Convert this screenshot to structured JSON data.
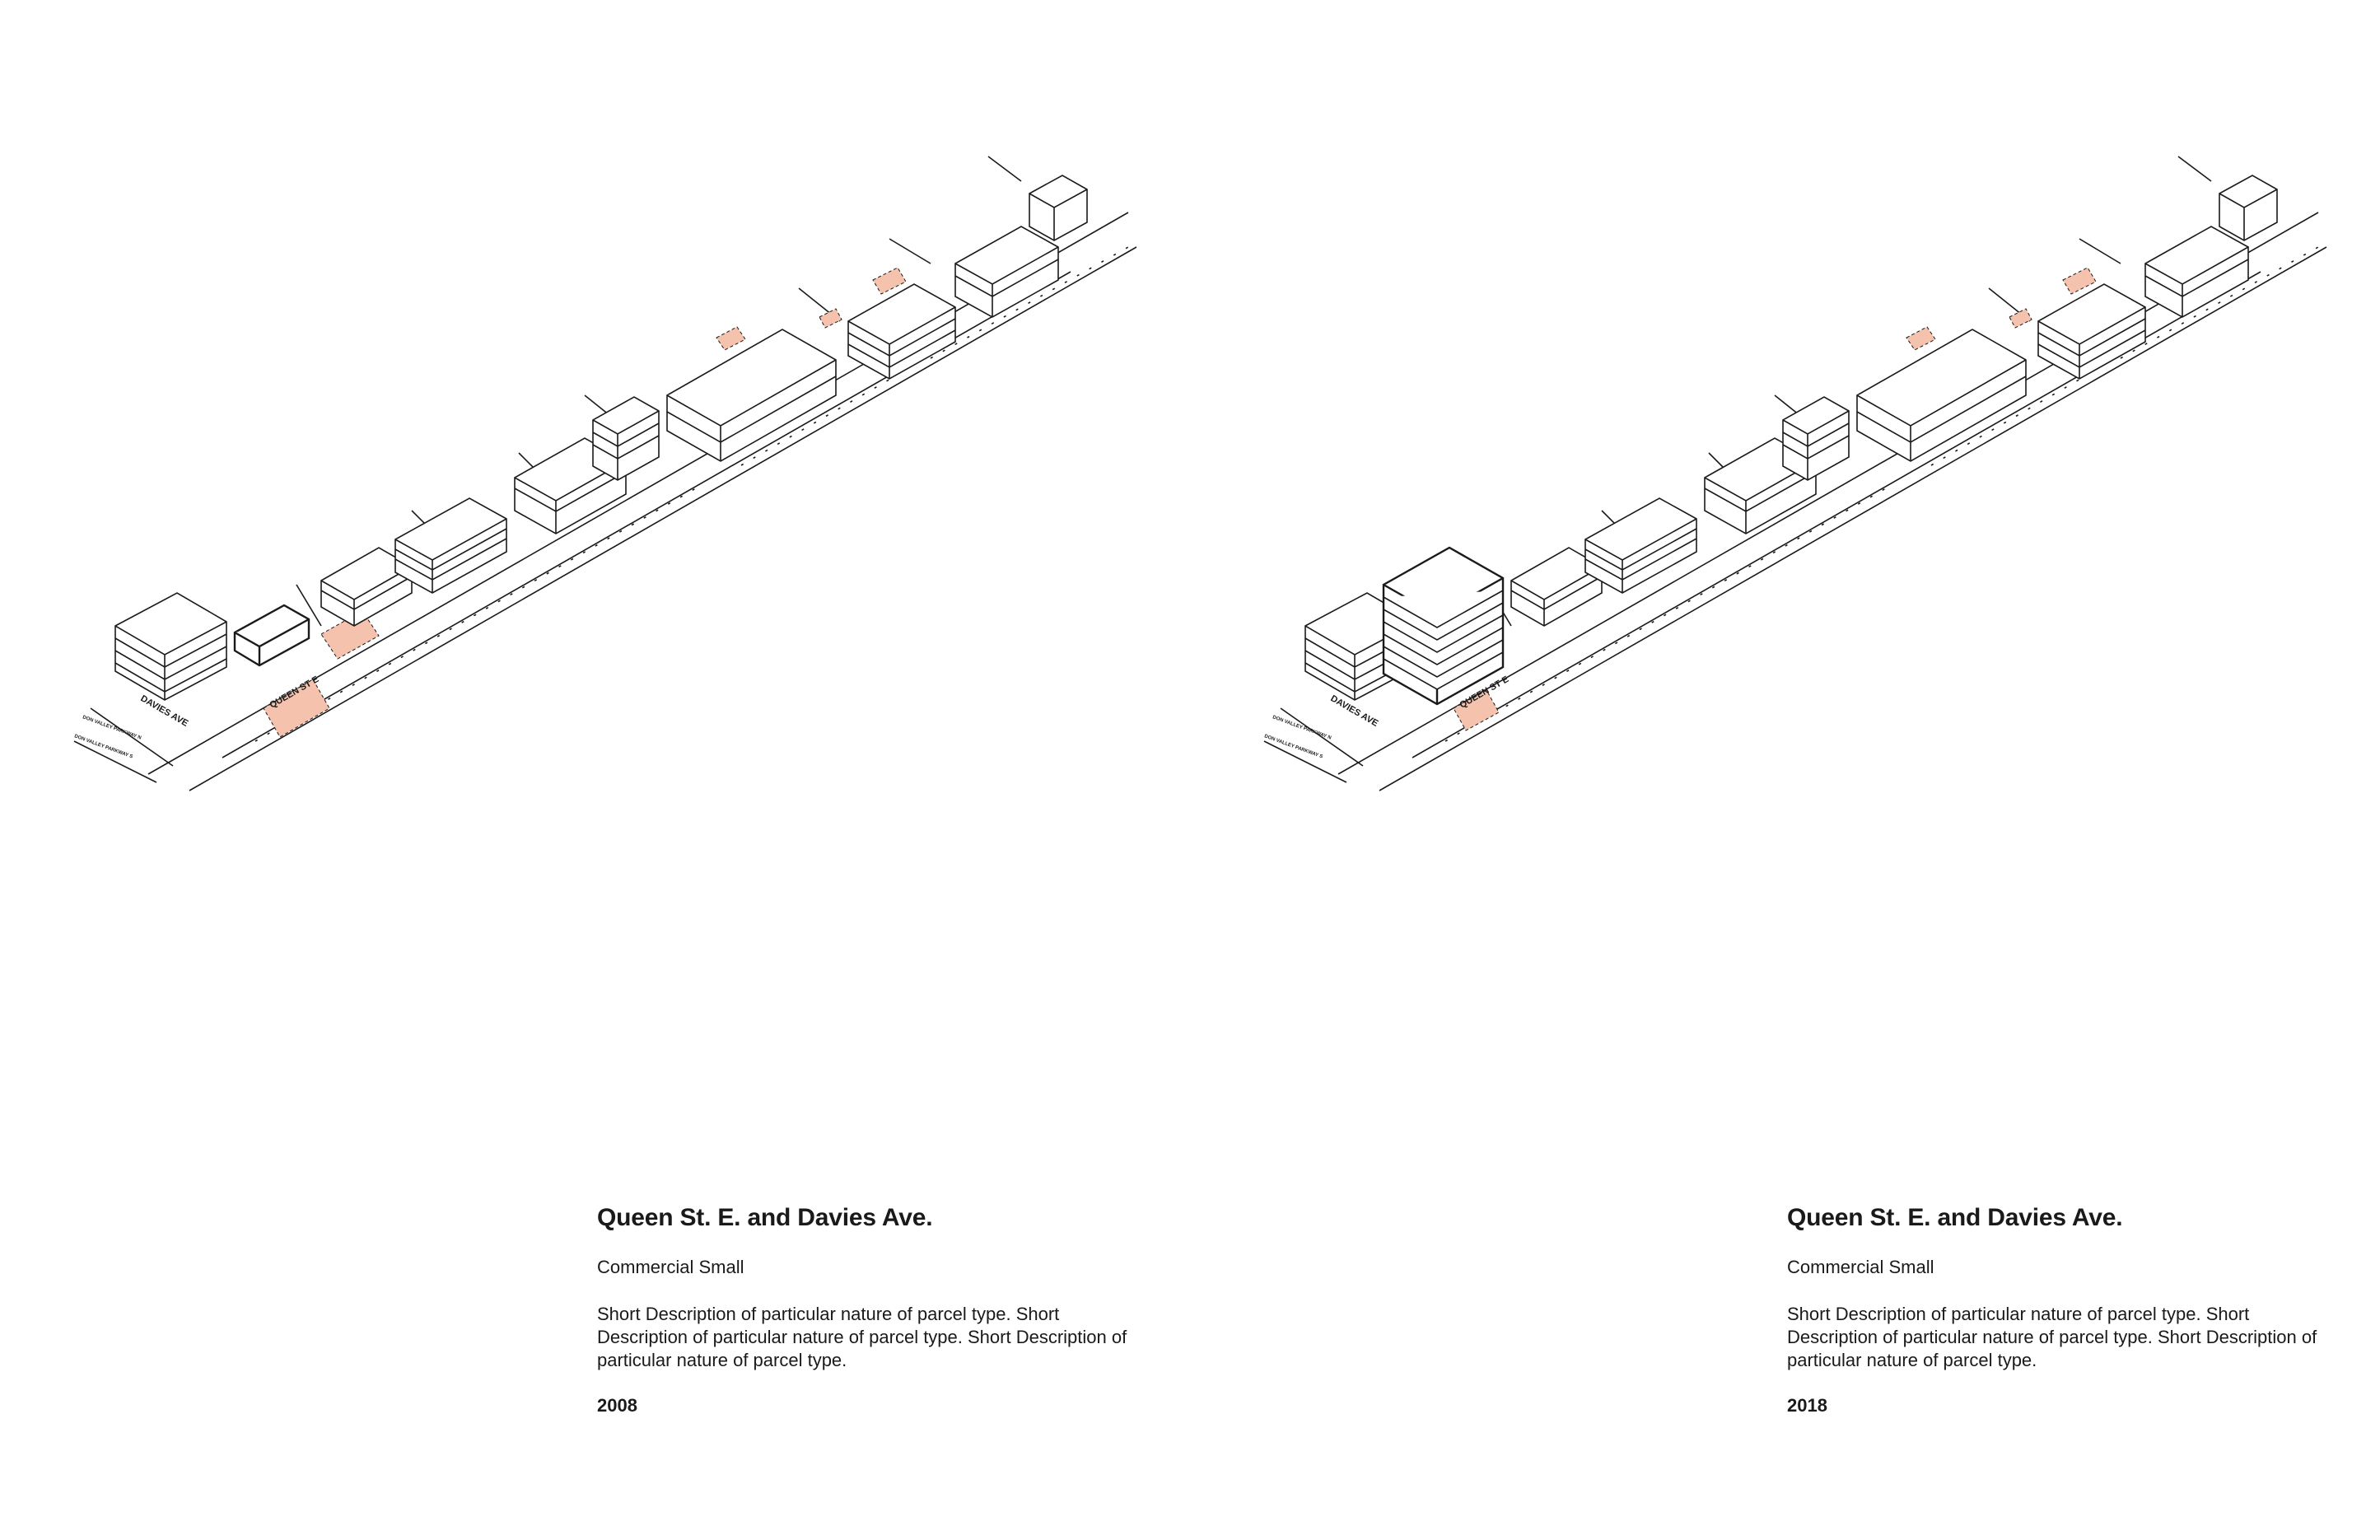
{
  "panels": [
    {
      "title": "Queen St. E. and Davies Ave.",
      "category": "Commercial Small",
      "description": "Short Description of particular nature of parcel type. Short Description of particular nature of parcel type. Short Description of particular nature of parcel type.",
      "year": "2008"
    },
    {
      "title": "Queen St. E. and Davies Ave.",
      "category": "Commercial Small",
      "description": "Short Description of particular nature of parcel type. Short Description of particular nature of parcel type. Short Description of particular nature of parcel type.",
      "year": "2018"
    }
  ],
  "street_labels": {
    "davies": "DAVIES AVE",
    "queen": "QUEEN ST E",
    "don_valley_n": "DON VALLEY PARKWAY N",
    "don_valley_s": "DON VALLEY PARKWAY S"
  },
  "colors": {
    "highlight_parcel": "#f4c2ad",
    "line": "#1a1a1a"
  }
}
